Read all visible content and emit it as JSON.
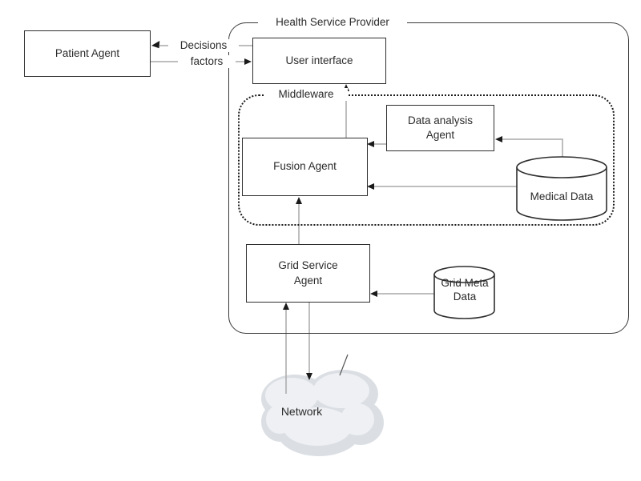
{
  "diagram": {
    "title": "Health Service Provider",
    "containers": {
      "health_service_provider": {
        "label": "Health Service Provider"
      },
      "middleware": {
        "label": "Middleware"
      }
    },
    "nodes": {
      "patient_agent": {
        "label": "Patient Agent",
        "shape": "rectangle"
      },
      "user_interface": {
        "label": "User interface",
        "shape": "rectangle"
      },
      "fusion_agent": {
        "label": "Fusion Agent",
        "shape": "rectangle"
      },
      "data_analysis_agent": {
        "label": "Data analysis\nAgent",
        "shape": "rectangle"
      },
      "grid_service_agent": {
        "label": "Grid Service\nAgent",
        "shape": "rectangle"
      },
      "medical_data": {
        "label": "Medical Data",
        "shape": "cylinder"
      },
      "grid_meta_data": {
        "label": "Grid Meta\nData",
        "shape": "cylinder"
      },
      "network": {
        "label": "Network",
        "shape": "cloud"
      }
    },
    "edges": {
      "decisions": {
        "label": "Decisions",
        "from": "user_interface",
        "to": "patient_agent"
      },
      "factors": {
        "label": "factors",
        "from": "patient_agent",
        "to": "user_interface"
      },
      "fusion_to_ui": {
        "from": "fusion_agent",
        "to": "user_interface"
      },
      "data_analysis_to_fusion": {
        "from": "data_analysis_agent",
        "to": "fusion_agent"
      },
      "medical_data_to_data_analysis": {
        "from": "medical_data",
        "to": "data_analysis_agent"
      },
      "medical_data_to_fusion": {
        "from": "medical_data",
        "to": "fusion_agent"
      },
      "grid_service_to_fusion": {
        "from": "grid_service_agent",
        "to": "fusion_agent"
      },
      "grid_meta_to_grid_service": {
        "from": "grid_meta_data",
        "to": "grid_service_agent"
      },
      "network_to_grid_service": {
        "from": "network",
        "to": "grid_service_agent"
      },
      "grid_service_to_network": {
        "from": "grid_service_agent",
        "to": "network"
      }
    },
    "palette": {
      "box_border": "#2f2f2f",
      "connector_line": "#a8a8a8",
      "arrowhead": "#1a1a1a",
      "cloud_fill": "#dbdfe4",
      "cloud_highlight": "#eef0f3",
      "background": "#ffffff"
    }
  }
}
